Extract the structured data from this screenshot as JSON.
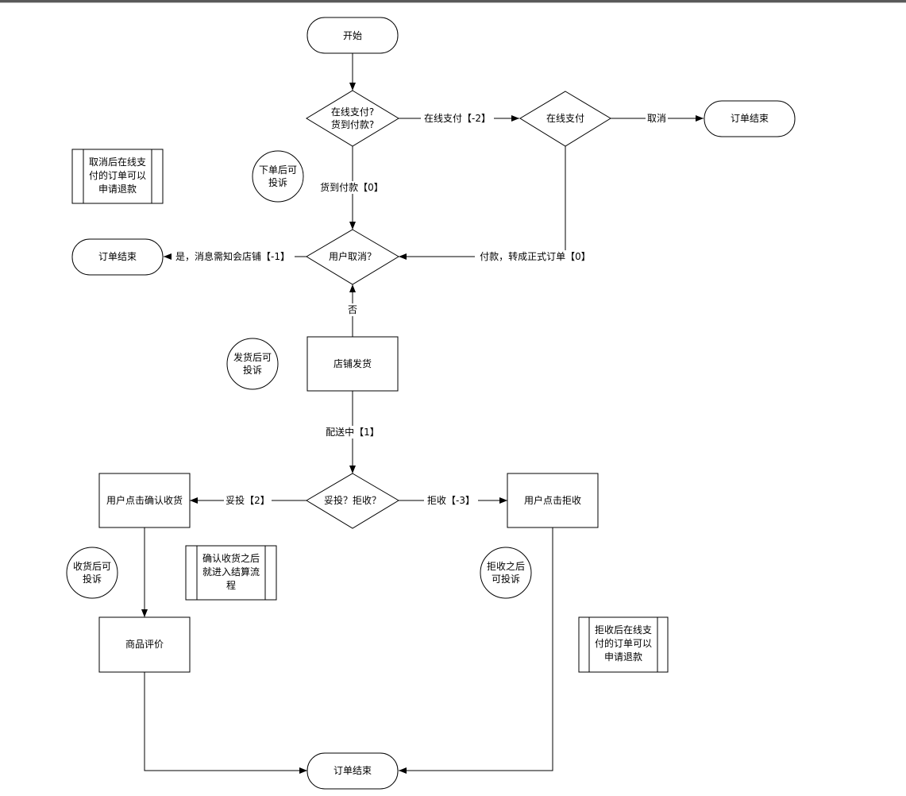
{
  "nodes": {
    "start": "开始",
    "pay_decision": [
      "在线支付?",
      "货到付款?"
    ],
    "online_pay": "在线支付",
    "end_top": "订单结束",
    "user_cancel": "用户取消？",
    "end_left": "订单结束",
    "shop_ship": "店铺发货",
    "accept_decision": "妥投？拒收？",
    "confirm_receipt": "用户点击确认收货",
    "reject": "用户点击拒收",
    "review": "商品评价",
    "end_bottom": "订单结束"
  },
  "notes": {
    "cancel_refund": [
      "取消后在线支",
      "付的订单可以",
      "申请退款"
    ],
    "settlement": [
      "确认收货之后",
      "就进入结算流",
      "程"
    ],
    "reject_refund": [
      "拒收后在线支",
      "付的订单可以",
      "申请退款"
    ]
  },
  "circles": {
    "after_order": [
      "下单后可",
      "投诉"
    ],
    "after_ship": [
      "发货后可",
      "投诉"
    ],
    "after_receipt": [
      "收货后可",
      "投诉"
    ],
    "after_reject": [
      "拒收之后",
      "可投诉"
    ]
  },
  "edges": {
    "online_pay": "在线支付【-2】",
    "cancel": "取消",
    "cod": "货到付款【0】",
    "cancel_yes": "是，消息需知会店铺【-1】",
    "paid": "付款，转成正式订单【0】",
    "no": "否",
    "delivering": "配送中【1】",
    "delivered": "妥投【2】",
    "rejected": "拒收【-3】"
  }
}
